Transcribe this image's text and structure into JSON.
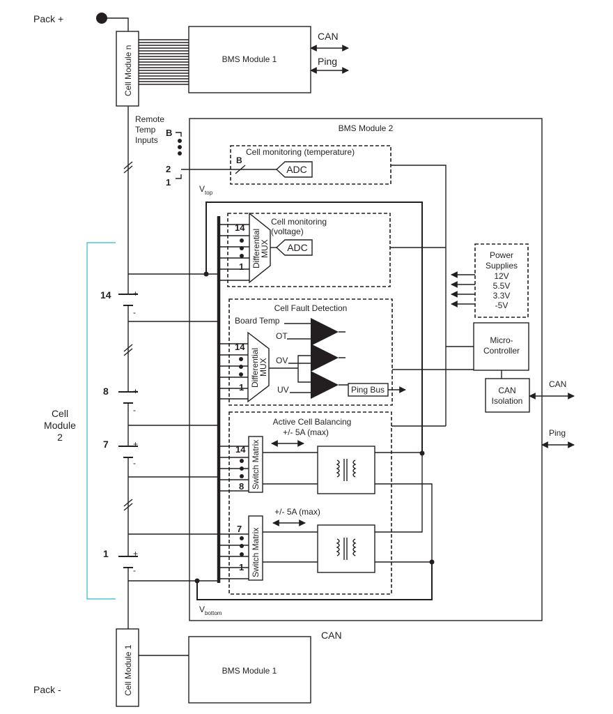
{
  "pack": {
    "plus": "Pack +",
    "minus": "Pack -"
  },
  "cell_modules": {
    "top": "Cell Module n",
    "bottom": "Cell Module 1"
  },
  "bms_top": {
    "title": "BMS Module 1",
    "can": "CAN",
    "ping": "Ping"
  },
  "bms_bottom": {
    "title": "BMS Module 1",
    "can": "CAN"
  },
  "remote_temp": {
    "line1": "Remote",
    "line2": "Temp",
    "line3": "Inputs",
    "b": "B",
    "two": "2",
    "one": "1"
  },
  "bms2": {
    "title": "BMS Module 2",
    "vtop": "V",
    "vtop_sub": "top",
    "vbottom": "V",
    "vbottom_sub": "bottom",
    "temp_monitor": {
      "title": "Cell monitoring (temperature)",
      "bus": "B",
      "adc": "ADC"
    },
    "volt_monitor": {
      "title1": "Cell monitoring",
      "title2": "(voltage)",
      "mux1": "Differential",
      "mux2": "MUX",
      "adc": "ADC",
      "n14": "14",
      "n1": "1"
    },
    "fault": {
      "title": "Cell Fault Detection",
      "board_temp": "Board Temp",
      "ot": "OT",
      "ov": "OV",
      "uv": "UV",
      "mux1": "Differential",
      "mux2": "MUX",
      "n14": "14",
      "n1": "1",
      "ping_bus": "Ping Bus"
    },
    "balancing": {
      "title": "Active Cell Balancing",
      "current_a": "+/- 5A (max)",
      "current_b": "+/- 5A (max)",
      "switch1": "Switch Matrix",
      "switch2": "Switch Matrix",
      "a14": "14",
      "a8": "8",
      "b7": "7",
      "b1": "1"
    },
    "power": {
      "title1": "Power",
      "title2": "Supplies",
      "v1": "12V",
      "v2": "5.5V",
      "v3": "3.3V",
      "v4": "-5V"
    },
    "micro": {
      "line1": "Micro-",
      "line2": "Controller"
    },
    "can_iso": {
      "line1": "CAN",
      "line2": "Isolation"
    },
    "can": "CAN",
    "ping": "Ping"
  },
  "cells": {
    "c14": "14",
    "c8": "8",
    "c7": "7",
    "c1": "1",
    "plus": "+",
    "minus": "-"
  },
  "cell_module_2": {
    "line1": "Cell",
    "line2": "Module",
    "line3": "2"
  }
}
